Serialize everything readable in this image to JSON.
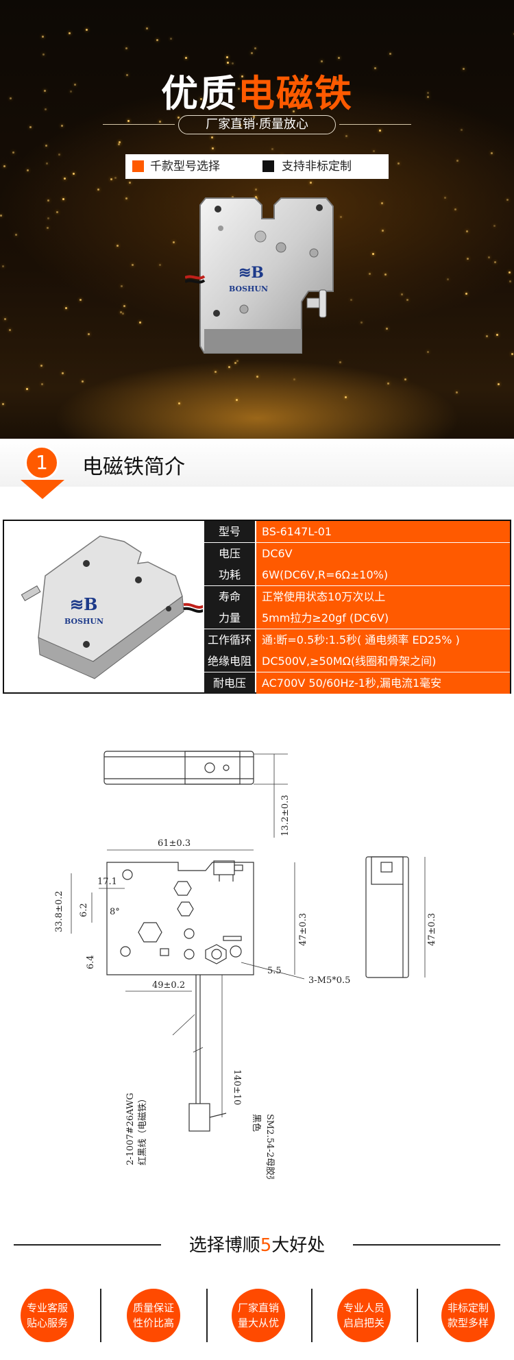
{
  "hero": {
    "title_white": "优质",
    "title_orange": "电磁铁",
    "subtitle": "厂家直销·质量放心",
    "features": [
      "千款型号选择",
      "支持非标定制"
    ]
  },
  "section1": {
    "number": "1",
    "title": "电磁铁简介"
  },
  "product": {
    "brand": "BOSHUN"
  },
  "specs": [
    {
      "key": "型号",
      "value": "BS-6147L-01"
    },
    {
      "key": "电压",
      "value": "DC6V"
    },
    {
      "key": "功耗",
      "value": "6W(DC6V,R=6Ω±10%)"
    },
    {
      "key": "寿命",
      "value": "正常使用状态10万次以上"
    },
    {
      "key": "力量",
      "value": "5mm拉力≥20gf (DC6V)"
    },
    {
      "key": "工作循环",
      "value": "通:断=0.5秒:1.5秒( 通电频率 ED25% )"
    },
    {
      "key": "绝缘电阻",
      "value": "DC500V,≥50MΩ(线圈和骨架之间)"
    },
    {
      "key": "耐电压",
      "value": "AC700V 50/60Hz-1秒,漏电流1毫安"
    }
  ],
  "drawing": {
    "dim_width": "61±0.3",
    "dim_top": "13.2±0.3",
    "dim_height": "47±0.3",
    "dim_side_height": "47±0.3",
    "dim_left": "33.8±0.2",
    "dim_17": "17.1",
    "dim_62": "6.2",
    "dim_8": "8°",
    "dim_64": "6.4",
    "dim_49": "49±0.2",
    "dim_55": "5.5",
    "holes": "3-M5*0.5",
    "dim_140": "140±10",
    "wire_label": "2-1007#26AWG",
    "wire_label2": "红黑线（电磁铁）",
    "connector": "SM2.54-2母胶壳",
    "connector_color": "黑色"
  },
  "benefits": {
    "title_a": "选择博顺",
    "title_num": "5",
    "title_b": "大好处",
    "items": [
      {
        "l1": "专业客服",
        "l2": "贴心服务"
      },
      {
        "l1": "质量保证",
        "l2": "性价比高"
      },
      {
        "l1": "厂家直销",
        "l2": "量大从优"
      },
      {
        "l1": "专业人员",
        "l2": "启启把关"
      },
      {
        "l1": "非标定制",
        "l2": "款型多样"
      }
    ]
  },
  "colors": {
    "accent": "#ff5a00",
    "dark": "#1a1a1a"
  }
}
